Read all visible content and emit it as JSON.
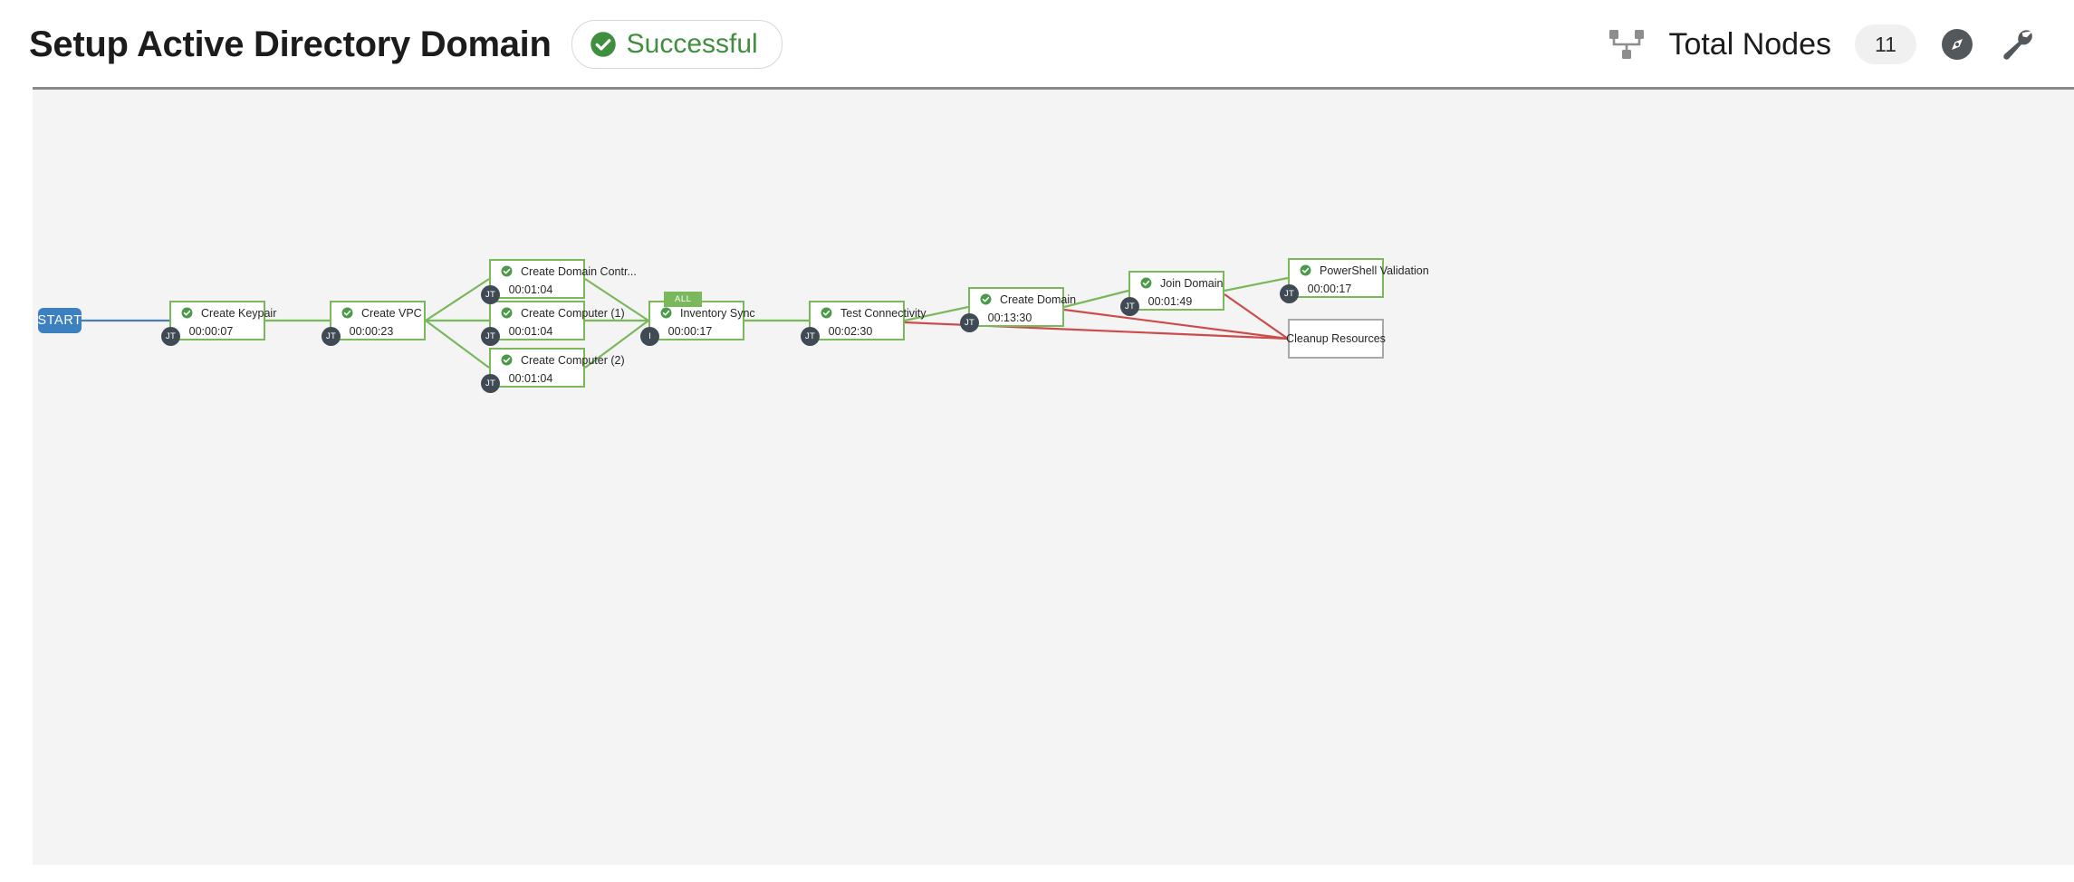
{
  "header": {
    "title": "Setup Active Directory Domain",
    "status": {
      "label": "Successful",
      "icon": "check-circle-icon",
      "color": "#3f8f3f"
    },
    "sitemap_icon": "sitemap-icon",
    "total_nodes_label": "Total Nodes",
    "total_nodes_count": "11",
    "compass_icon": "compass-icon",
    "wrench_icon": "wrench-icon"
  },
  "canvas": {
    "start": {
      "label": "START"
    },
    "edge_colors": {
      "start": "#4a7fb5",
      "success": "#7ab85c",
      "failure": "#cc4c4c"
    },
    "nodes": [
      {
        "id": "keypair",
        "title": "Create Keypair",
        "elapsed": "00:00:07",
        "status": "successful",
        "badge": "JT",
        "tag": ""
      },
      {
        "id": "vpc",
        "title": "Create VPC",
        "elapsed": "00:00:23",
        "status": "successful",
        "badge": "JT",
        "tag": ""
      },
      {
        "id": "dc",
        "title": "Create Domain Contr...",
        "elapsed": "00:01:04",
        "status": "successful",
        "badge": "JT",
        "tag": ""
      },
      {
        "id": "comp1",
        "title": "Create Computer (1)",
        "elapsed": "00:01:04",
        "status": "successful",
        "badge": "JT",
        "tag": ""
      },
      {
        "id": "comp2",
        "title": "Create Computer (2)",
        "elapsed": "00:01:04",
        "status": "successful",
        "badge": "JT",
        "tag": ""
      },
      {
        "id": "inventory",
        "title": "Inventory Sync",
        "elapsed": "00:00:17",
        "status": "successful",
        "badge": "I",
        "tag": "ALL"
      },
      {
        "id": "testconn",
        "title": "Test Connectivity",
        "elapsed": "00:02:30",
        "status": "successful",
        "badge": "JT",
        "tag": ""
      },
      {
        "id": "createdom",
        "title": "Create Domain",
        "elapsed": "00:13:30",
        "status": "successful",
        "badge": "JT",
        "tag": ""
      },
      {
        "id": "joindom",
        "title": "Join Domain",
        "elapsed": "00:01:49",
        "status": "successful",
        "badge": "JT",
        "tag": ""
      },
      {
        "id": "psval",
        "title": "PowerShell Validation",
        "elapsed": "00:00:17",
        "status": "successful",
        "badge": "JT",
        "tag": ""
      },
      {
        "id": "cleanup",
        "title": "Cleanup Resources",
        "elapsed": "",
        "status": "pending",
        "badge": "",
        "tag": ""
      }
    ]
  }
}
